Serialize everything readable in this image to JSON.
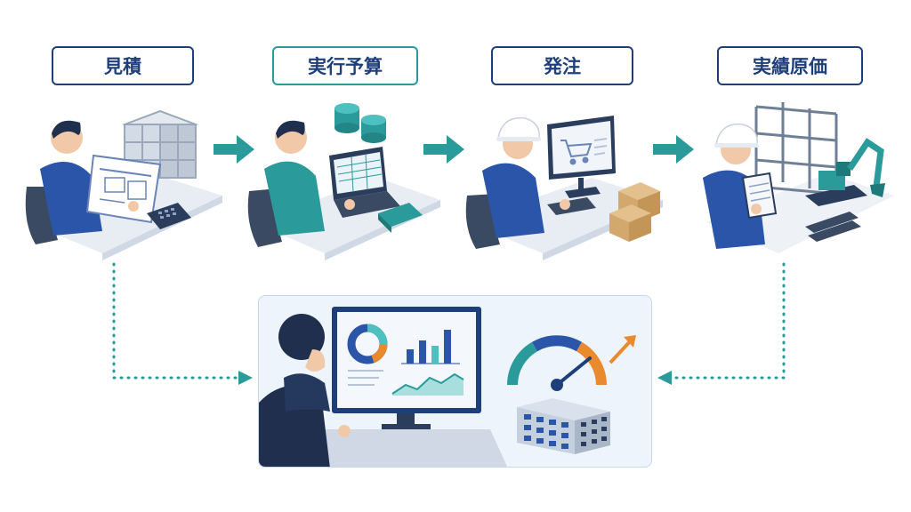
{
  "steps": [
    {
      "label": "見積"
    },
    {
      "label": "実行予算"
    },
    {
      "label": "発注"
    },
    {
      "label": "実績原価"
    }
  ],
  "colors": {
    "navy": "#1f3f7a",
    "teal": "#2a9a9a",
    "orange": "#ea8a2e",
    "shirt_blue": "#2a55a8",
    "shirt_teal": "#2a9a9a",
    "panel_bg": "#eef4fb"
  },
  "icons": [
    "estimate-scene",
    "budget-scene",
    "order-scene",
    "actual-cost-scene",
    "dashboard-scene",
    "gauge-icon",
    "building-icon",
    "flow-arrow-icon"
  ]
}
